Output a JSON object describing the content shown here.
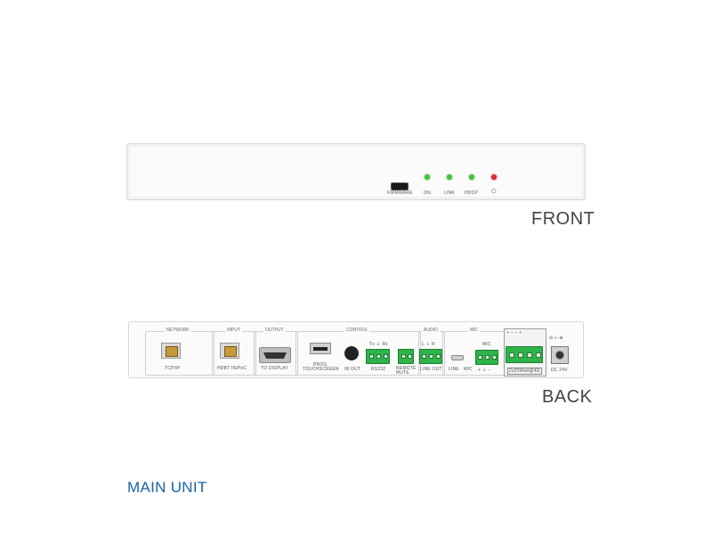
{
  "front": {
    "caption": "FRONT",
    "firmware_label": "FIRMWARE",
    "leds": [
      {
        "label": "ON",
        "color": "#3ec43e"
      },
      {
        "label": "LINK",
        "color": "#3ec43e"
      },
      {
        "label": "HDCP",
        "color": "#3ec43e"
      },
      {
        "label": "⏻",
        "color": "#d83030"
      }
    ]
  },
  "back": {
    "caption": "BACK",
    "groups": {
      "network": "NETWORK",
      "input": "INPUT",
      "output": "OUTPUT",
      "control": "CONTROL",
      "audio": "AUDIO",
      "mic": "MIC"
    },
    "ports": {
      "tcpip": "TCP/IP",
      "hdbt": "HDBT IN/PoC",
      "todisplay": "TO DISPLAY",
      "touchscreen": "TOUCHSCREEN",
      "prog": "PROG",
      "irout": "IR OUT",
      "rs232": "RS232",
      "rs232_pins": "Tx  ⏚  Rx",
      "remote": "REMOTE MUTE",
      "lineout": "LINE OUT",
      "lineout_pins": "L  ⏚  R",
      "line": "LINE",
      "mic": "MIC",
      "mic_top": "MIC",
      "mic_pins": "+  ⏚  −",
      "speaker_top": "+   −   −   +",
      "speaker": "2x20Watt@4Ω",
      "dc": "DC 24V",
      "dc_sym": "⊖-◐-⊕"
    }
  },
  "title": "MAIN UNIT",
  "colors": {
    "accent": "#1565a8",
    "terminal": "#2fb34a"
  }
}
